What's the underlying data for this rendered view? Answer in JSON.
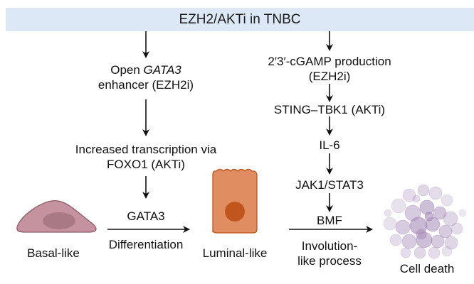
{
  "title": "EZH2/AKTi in TNBC",
  "left_pathway": {
    "step1_prefix": "Open ",
    "step1_gene": "GATA3",
    "step1_line2": "enhancer (EZH2i)",
    "step2_line1": "Increased transcription via",
    "step2_line2": "FOXO1 (AKTi)",
    "arrow_label_top": "GATA3",
    "arrow_label_bottom": "Differentiation"
  },
  "right_pathway": {
    "step1_line1": "2′3′-cGAMP production",
    "step1_line2": "(EZH2i)",
    "step2": "STING–TBK1 (AKTi)",
    "step3": "IL-6",
    "step4": "JAK1/STAT3",
    "arrow_label_top": "BMF",
    "arrow_label_bottom_line1": "Involution-",
    "arrow_label_bottom_line2": "like process"
  },
  "cells": {
    "basal": {
      "label": "Basal-like",
      "icon": "basal-cell-icon",
      "fill": "#c4939f",
      "nucleus": "#a97a86",
      "stroke": "#8e5a66"
    },
    "luminal": {
      "label": "Luminal-like",
      "icon": "luminal-cell-icon",
      "fill": "#e08d62",
      "nucleus": "#c0561d",
      "stroke": "#c0561d"
    },
    "dead": {
      "label": "Cell death",
      "icon": "dead-cell-cluster-icon",
      "fill": "#c7b6d3"
    }
  },
  "colors": {
    "banner": "#dce8f5",
    "arrow": "#111111"
  }
}
